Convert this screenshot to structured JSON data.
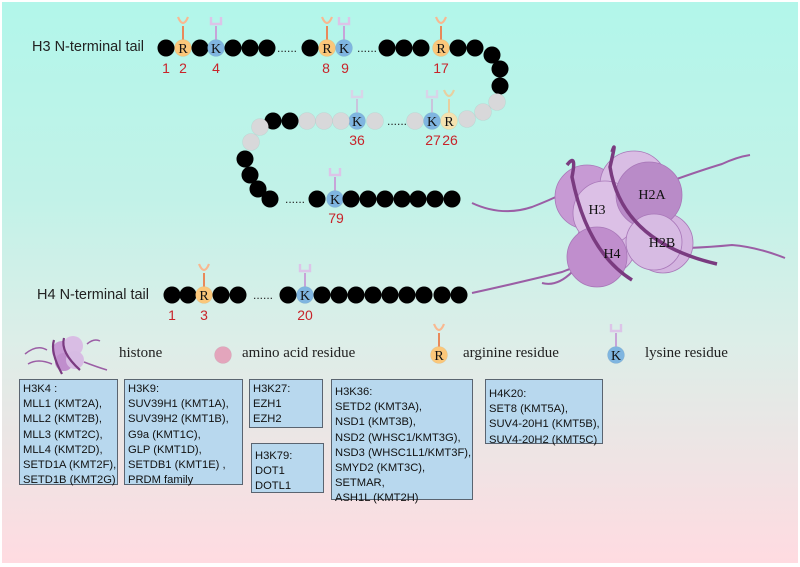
{
  "colors": {
    "residue": "#e3a5bc",
    "residue_grey": "#d8d8da",
    "arginine": "#fbc77a",
    "arginine_pale": "#f4e2b0",
    "lysine": "#7fb5e0",
    "arg_marker": "#e8895a",
    "lys_marker": "#c7a3d8",
    "number": "#c8242a",
    "histone": "#b889c5",
    "dna": "#7a3b80",
    "box_fill": "#b8d8ee"
  },
  "h3_tail": {
    "label": "H3 N-terminal tail",
    "positions": [
      {
        "num": "1",
        "type": "residue"
      },
      {
        "num": "2",
        "type": "R"
      },
      {
        "num": "4",
        "type": "K"
      },
      {
        "num": "8",
        "type": "R"
      },
      {
        "num": "9",
        "type": "K"
      },
      {
        "num": "17",
        "type": "R"
      },
      {
        "num": "26",
        "type": "R"
      },
      {
        "num": "27",
        "type": "K"
      },
      {
        "num": "36",
        "type": "K"
      },
      {
        "num": "79",
        "type": "K"
      }
    ],
    "ellipsis": "......"
  },
  "h4_tail": {
    "label": "H4 N-terminal tail",
    "positions": [
      {
        "num": "1",
        "type": "residue"
      },
      {
        "num": "3",
        "type": "R"
      },
      {
        "num": "20",
        "type": "K"
      }
    ],
    "ellipsis": "......"
  },
  "residue_letters": {
    "arginine": "R",
    "lysine": "K"
  },
  "nucleosome": {
    "subunits": [
      "H3",
      "H2A",
      "H4",
      "H2B"
    ]
  },
  "legend": {
    "histone": "histone",
    "amino_acid": "amino acid residue",
    "arginine": "arginine residue",
    "lysine": "lysine residue"
  },
  "enzyme_boxes": [
    {
      "site": "H3K4 :",
      "enzymes": [
        "MLL1 (KMT2A),",
        "MLL2 (KMT2B),",
        "MLL3 (KMT2C),",
        "MLL4 (KMT2D),",
        "SETD1A (KMT2F),",
        "SETD1B (KMT2G)"
      ]
    },
    {
      "site": "H3K9:",
      "enzymes": [
        "SUV39H1 (KMT1A),",
        "SUV39H2 (KMT1B),",
        "G9a (KMT1C),",
        "GLP (KMT1D),",
        "SETDB1 (KMT1E) ,",
        "PRDM family"
      ]
    },
    {
      "site": "H3K27:",
      "enzymes": [
        "EZH1",
        "EZH2"
      ]
    },
    {
      "site": "H3K79:",
      "enzymes": [
        "DOT1",
        "DOTL1"
      ]
    },
    {
      "site": "H3K36:",
      "enzymes": [
        "SETD2 (KMT3A),",
        "NSD1 (KMT3B),",
        "NSD2 (WHSC1/KMT3G),",
        "NSD3 (WHSC1L1/KMT3F),",
        "SMYD2 (KMT3C),",
        "SETMAR,",
        "ASH1L (KMT2H)"
      ]
    },
    {
      "site": "H4K20:",
      "enzymes": [
        "SET8 (KMT5A),",
        "SUV4-20H1 (KMT5B),",
        "SUV4-20H2 (KMT5C)"
      ]
    }
  ]
}
